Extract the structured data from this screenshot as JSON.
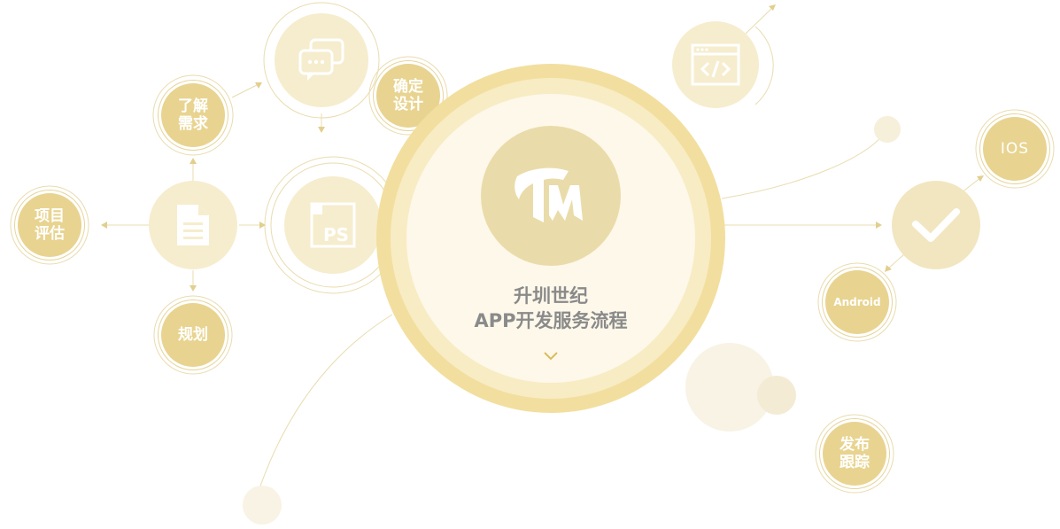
{
  "center": {
    "line1": "升圳世纪",
    "line2": "APP开发服务流程",
    "logo_icon": "tw-logo-icon",
    "expand_icon": "chevron-down-icon"
  },
  "steps": {
    "evaluate": "项目\n评估",
    "understand": "了解\n需求",
    "plan": "规划",
    "confirm": "确定\n设计",
    "ios": "IOS",
    "android": "Android",
    "publish": "发布\n跟踪"
  },
  "icons": {
    "chat": "chat-bubbles-icon",
    "document": "document-icon",
    "photoshop": "photoshop-icon",
    "code": "code-window-icon",
    "check": "checkmark-icon"
  },
  "colors": {
    "gold": "#e8d490",
    "pale_gold": "#f6edce",
    "ring": "#f2df9f",
    "text_gray": "#8a8a8a"
  }
}
